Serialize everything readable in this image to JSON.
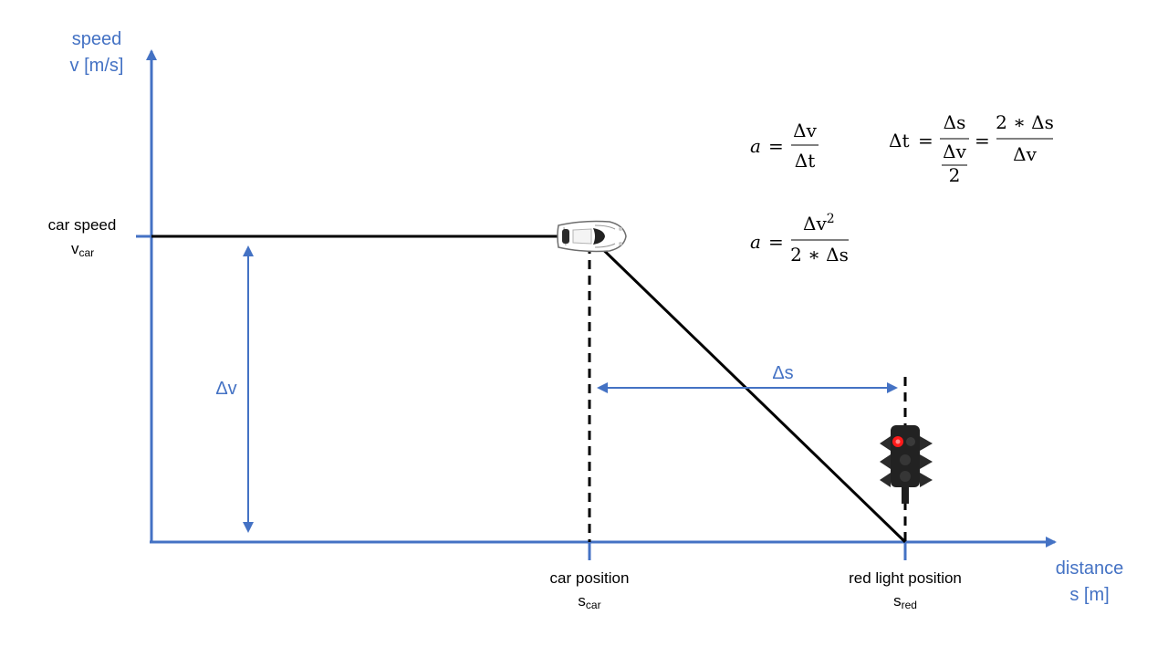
{
  "axes": {
    "y_label_line1": "speed",
    "y_label_line2": "v [m/s]",
    "x_label_line1": "distance",
    "x_label_line2": "s [m]"
  },
  "labels": {
    "car_speed": "car speed",
    "v_car_main": "v",
    "v_car_sub": "car",
    "car_position": "car position",
    "s_car_main": "s",
    "s_car_sub": "car",
    "red_light_position": "red light position",
    "s_red_main": "s",
    "s_red_sub": "red",
    "delta_v": "Δv",
    "delta_s": "Δs"
  },
  "formulas": {
    "f1_lhs": "a",
    "f1_eq": "=",
    "f1_num": "Δv",
    "f1_den": "Δt",
    "f2_lhs": "Δt",
    "f2_eq1": "=",
    "f2_num1": "Δs",
    "f2_den1_num": "Δv",
    "f2_den1_den": "2",
    "f2_eq2": "=",
    "f2_num2": "2 ∗ Δs",
    "f2_den2": "Δv",
    "f3_lhs": "a",
    "f3_eq": "=",
    "f3_num": "Δv",
    "f3_num_exp": "2",
    "f3_den": "2 ∗ Δs"
  },
  "colors": {
    "axis": "#4472c4",
    "line": "#000000",
    "light_red": "#ff1a1a"
  },
  "icons": {
    "car": "car-top-view-icon",
    "traffic_light": "traffic-light-icon"
  }
}
